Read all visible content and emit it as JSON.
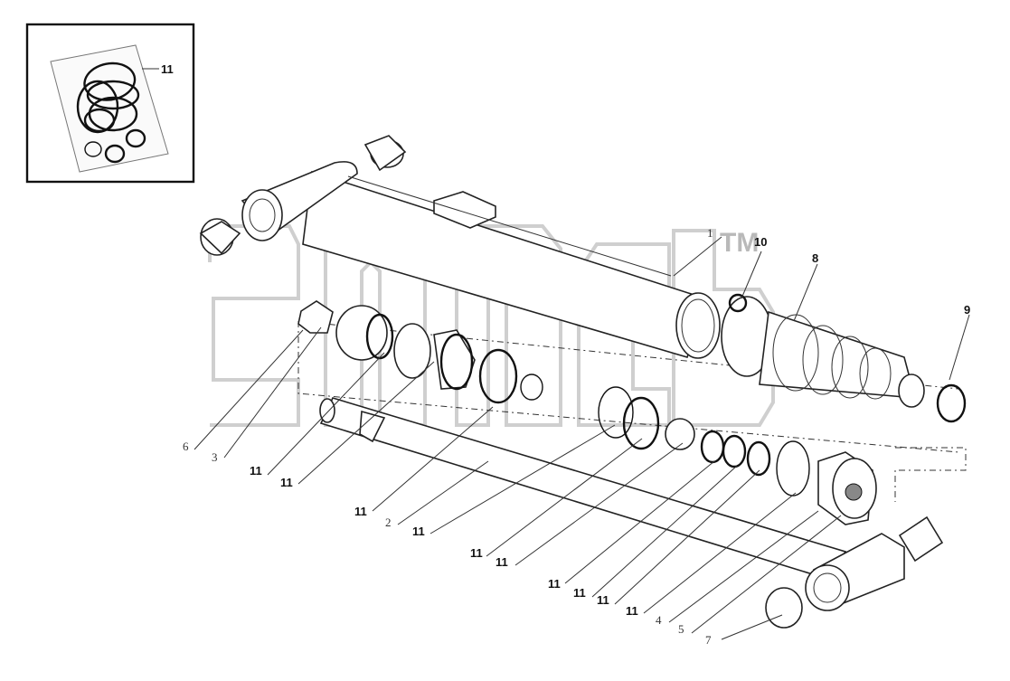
{
  "watermark": {
    "tm": "TM"
  },
  "inset": {
    "callout": "11"
  },
  "callouts": {
    "c1": "1",
    "c10": "10",
    "c8": "8",
    "c9": "9",
    "c6": "6",
    "c3": "3",
    "c11a": "11",
    "c11b": "11",
    "c11c": "11",
    "c2": "2",
    "c11d": "11",
    "c11e": "11",
    "c11f": "11",
    "c11g": "11",
    "c11h": "11",
    "c11i": "11",
    "c11j": "11",
    "c4": "4",
    "c5": "5",
    "c7": "7"
  }
}
